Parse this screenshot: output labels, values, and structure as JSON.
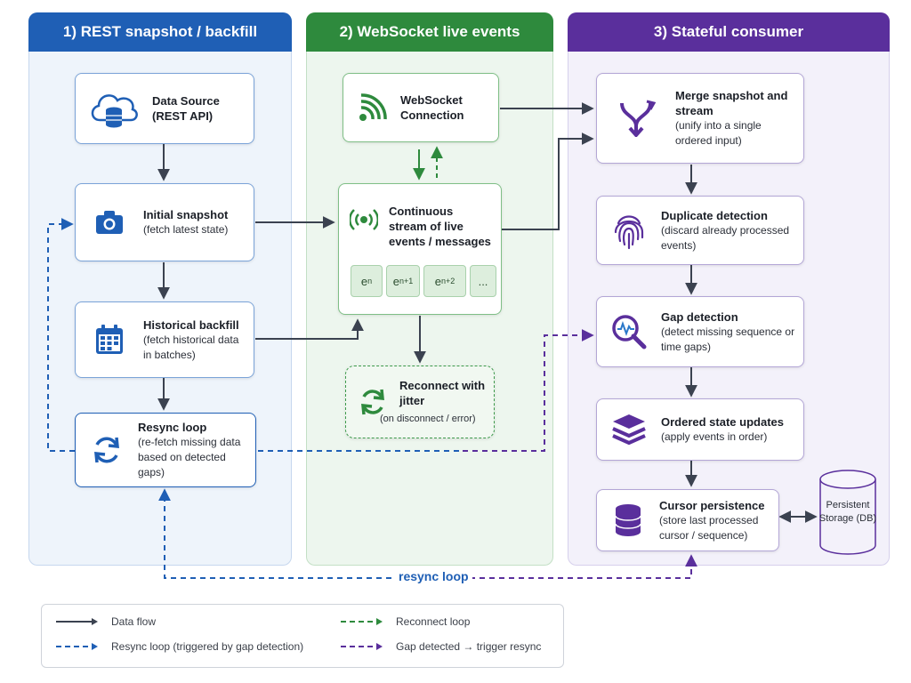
{
  "columns": {
    "rest": {
      "title": "1) REST snapshot / backfill"
    },
    "ws": {
      "title": "2) WebSocket live events"
    },
    "state": {
      "title": "3) Stateful consumer"
    }
  },
  "rest_nodes": {
    "data_source": {
      "title": "Data Source",
      "subtitle": "(REST API)",
      "icon": "cloud-database-icon"
    },
    "snapshot": {
      "title": "Initial snapshot",
      "subtitle": "(fetch latest state)",
      "icon": "camera-icon"
    },
    "backfill": {
      "title": "Historical backfill",
      "subtitle": "(fetch historical data in batches)",
      "icon": "calendar-icon"
    },
    "resync": {
      "title": "Resync loop",
      "subtitle": "(re-fetch missing data based on detected gaps)",
      "icon": "refresh-icon"
    }
  },
  "ws_nodes": {
    "connection": {
      "title": "WebSocket Connection",
      "icon": "signal-icon"
    },
    "stream": {
      "title": "Continuous stream of live events / messages",
      "icon": "broadcast-icon",
      "chips": [
        "e",
        "e",
        "e",
        "..."
      ],
      "chip_subscripts": [
        "n",
        "n+1",
        "n+2",
        ""
      ]
    },
    "reconnect": {
      "title": "Reconnect with jitter",
      "subtitle": "(on disconnect / error)",
      "icon": "cycle-arrows-icon"
    }
  },
  "state_nodes": {
    "merge": {
      "title": "Merge snapshot and stream",
      "subtitle": "(unify into a single ordered input)",
      "icon": "merge-arrows-icon"
    },
    "duplicate": {
      "title": "Duplicate detection",
      "subtitle": "(discard already processed events)",
      "icon": "fingerprint-icon"
    },
    "gap": {
      "title": "Gap detection",
      "subtitle": "(detect missing sequence or time gaps)",
      "icon": "magnifier-pulse-icon"
    },
    "ordered": {
      "title": "Ordered state updates",
      "subtitle": "(apply events in order)",
      "icon": "layers-icon"
    },
    "cursor": {
      "title": "Cursor persistence",
      "subtitle": "(store last processed cursor / sequence)",
      "icon": "database-icon"
    }
  },
  "storage": {
    "label": "Persistent Storage (DB)"
  },
  "resync_label": "resync loop",
  "legend": {
    "data_flow": "Data flow",
    "resync": "Resync loop (triggered by gap detection)",
    "reconnect": "Reconnect loop",
    "gap": "Gap detected → trigger resync"
  },
  "colors": {
    "blue": "#1f5fb5",
    "green": "#2e8a3d",
    "purple": "#5a2f9c",
    "arrow": "#3b4250"
  }
}
